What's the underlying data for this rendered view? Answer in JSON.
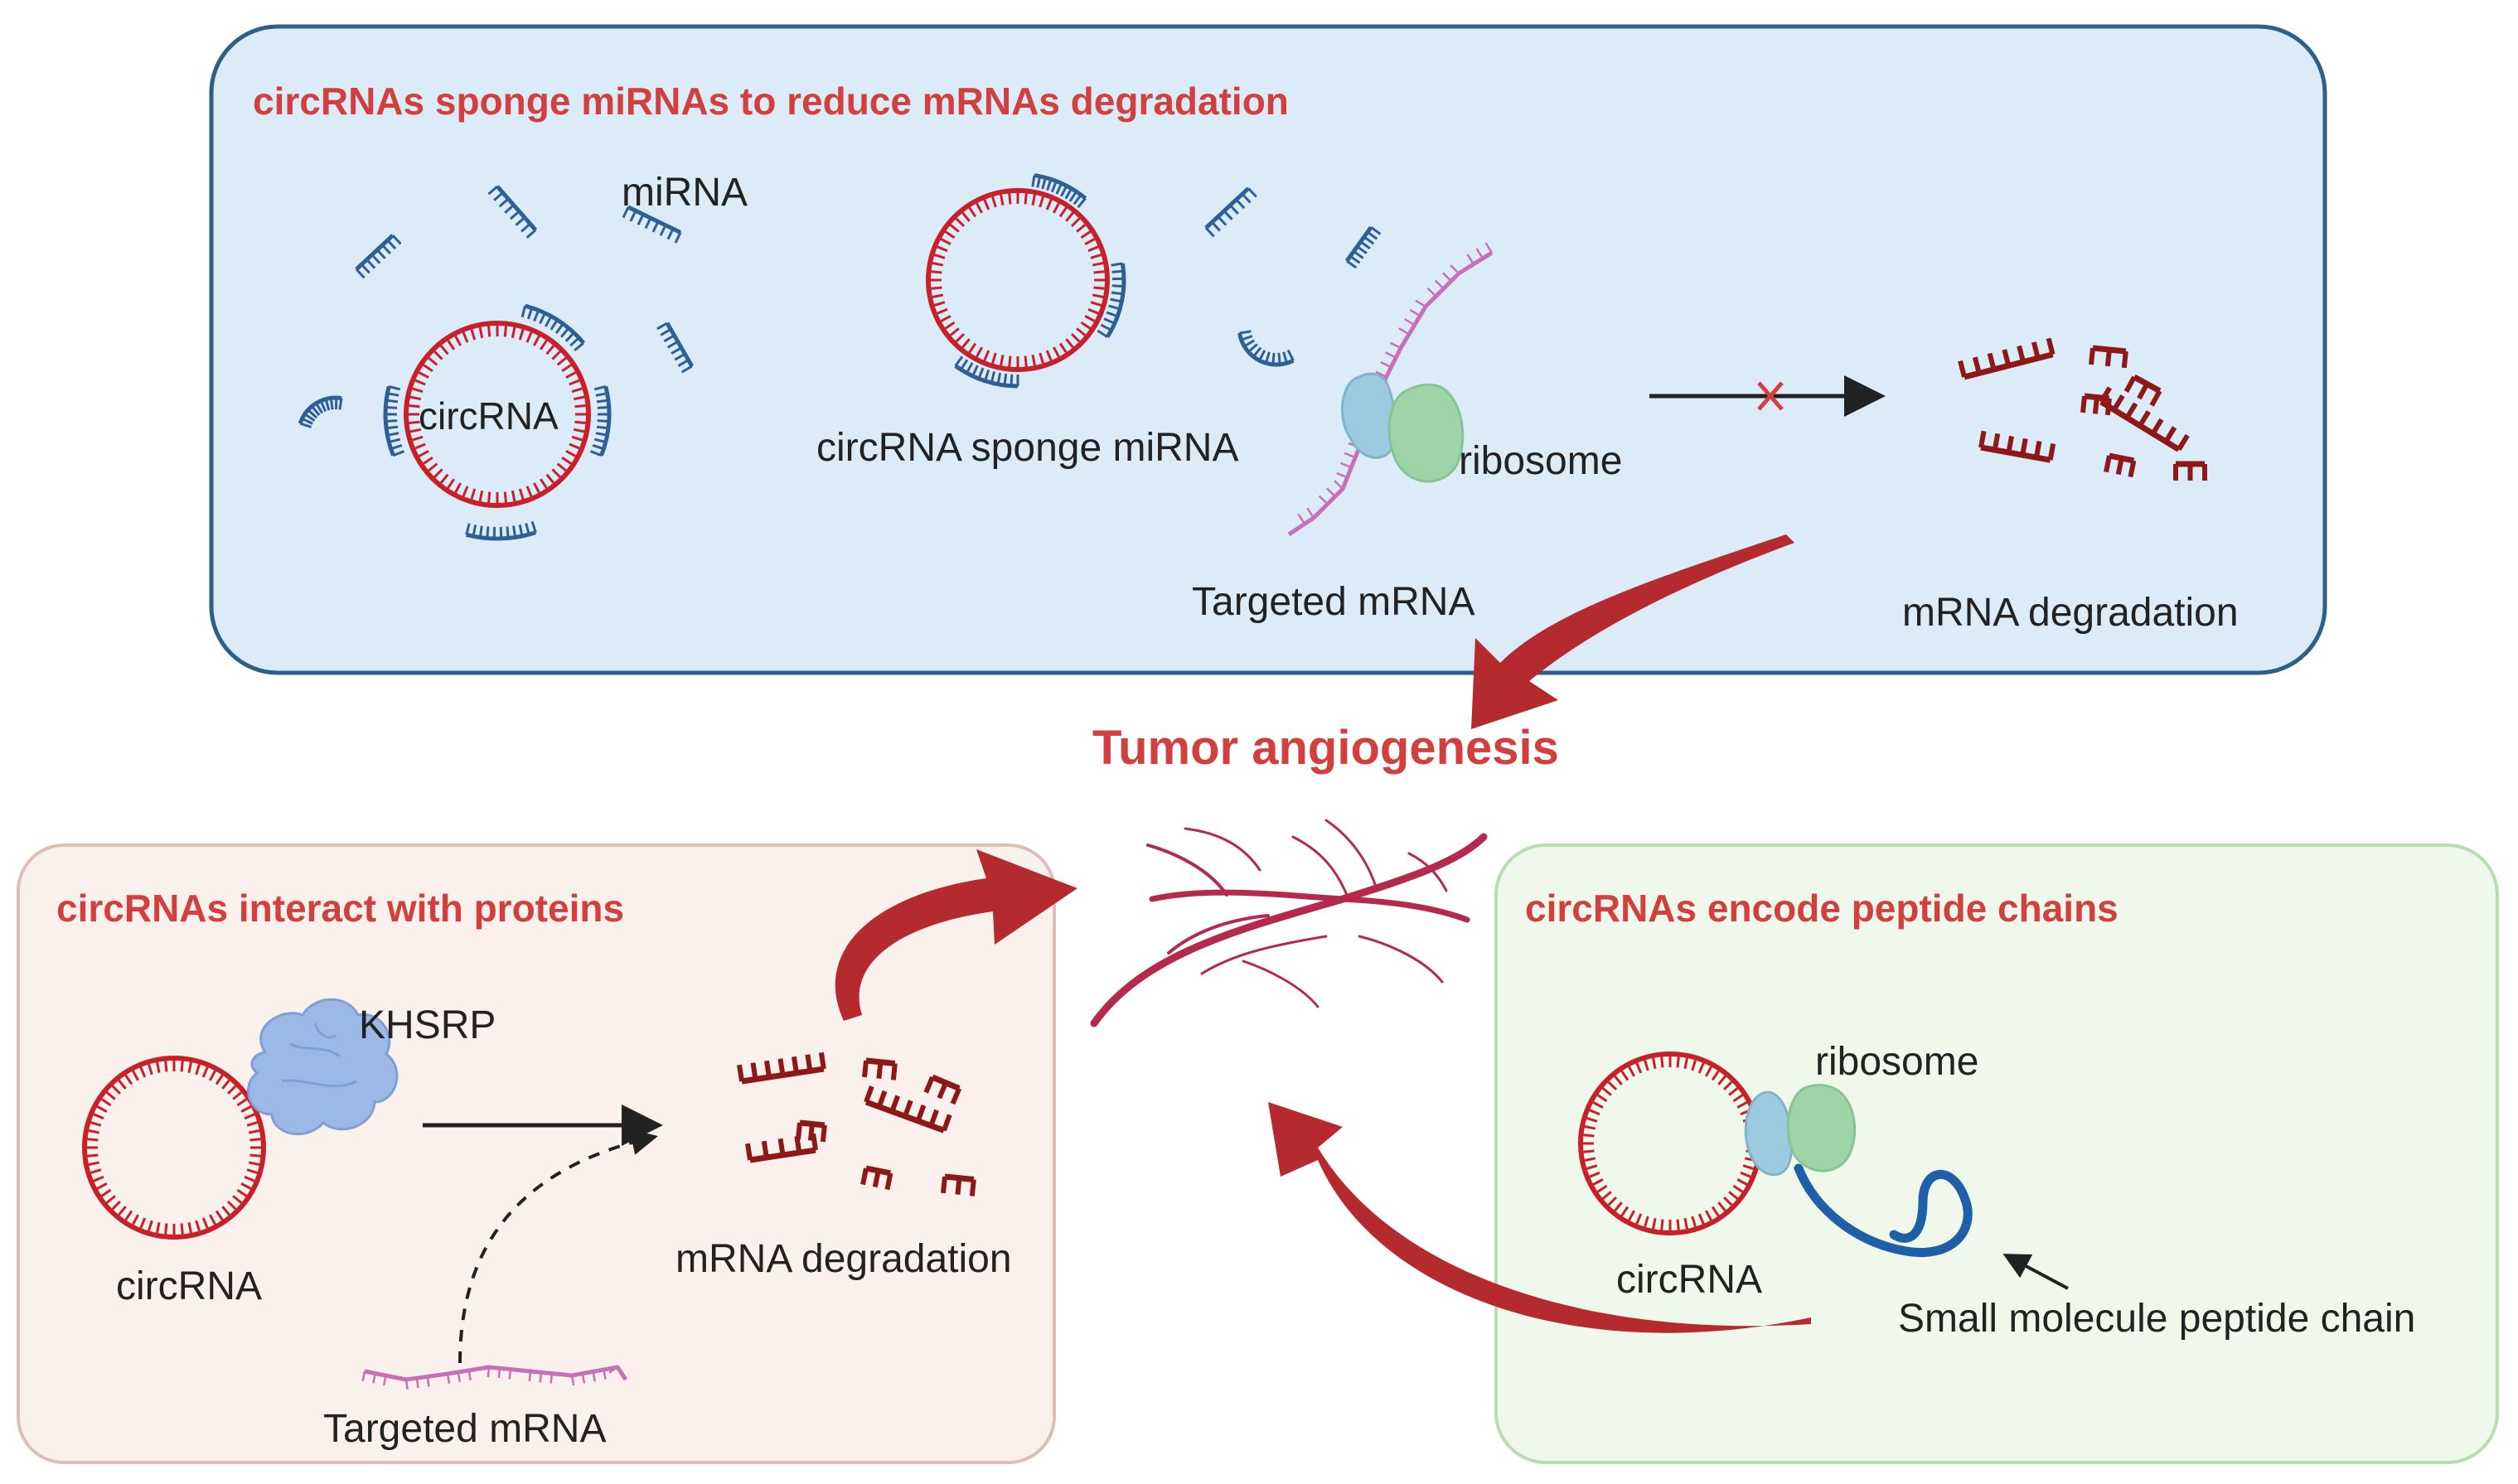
{
  "panel_top": {
    "title": "circRNAs sponge  miRNAs to reduce mRNAs degradation",
    "labels": {
      "mirna": "miRNA",
      "circrna": "circRNA",
      "sponge": "circRNA sponge miRNA",
      "ribosome": "ribosome",
      "targeted_mrna": "Targeted mRNA",
      "mrna_degradation": "mRNA degradation"
    }
  },
  "center": {
    "title": "Tumor angiogenesis"
  },
  "panel_left": {
    "title": "circRNAs interact with  proteins",
    "labels": {
      "khsrp": "KHSRP",
      "circrna": "circRNA",
      "mrna_degradation": "mRNA degradation",
      "targeted_mrna": "Targeted mRNA"
    }
  },
  "panel_right": {
    "title": "circRNAs encode peptide chains",
    "labels": {
      "ribosome": "ribosome",
      "circrna": "circRNA",
      "peptide": "Small molecule peptide chain"
    }
  },
  "colors": {
    "top_panel_fill": "#dcebf8",
    "top_panel_stroke": "#2f5f86",
    "left_panel_fill": "#fbf1ec",
    "right_panel_fill": "#eff8eb",
    "title_red": "#d1403f",
    "circ_red": "#c8202a",
    "mirna_blue": "#2f5f95",
    "mrna_pink": "#c86fb8",
    "degradation_red": "#8e1717",
    "arrow_red": "#b52a2e",
    "ribosome_blue": "#9ccbe0",
    "ribosome_green": "#9fd4a9"
  }
}
